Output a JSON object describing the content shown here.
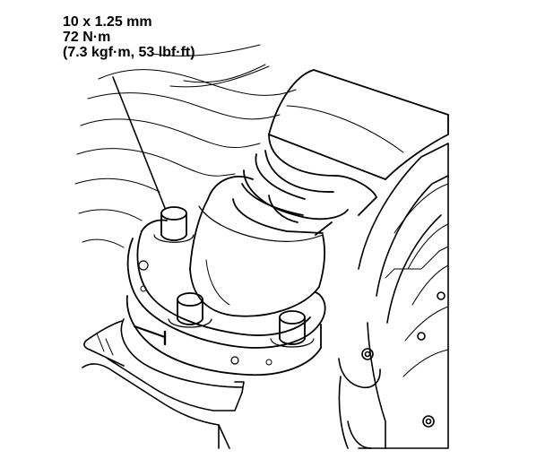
{
  "callout": {
    "size": "10 x 1.25 mm",
    "torque_nm": "72 N·m",
    "torque_alt": "(7.3 kgf·m, 53 lbf·ft)"
  },
  "colors": {
    "line": "#000000",
    "background": "#ffffff"
  }
}
